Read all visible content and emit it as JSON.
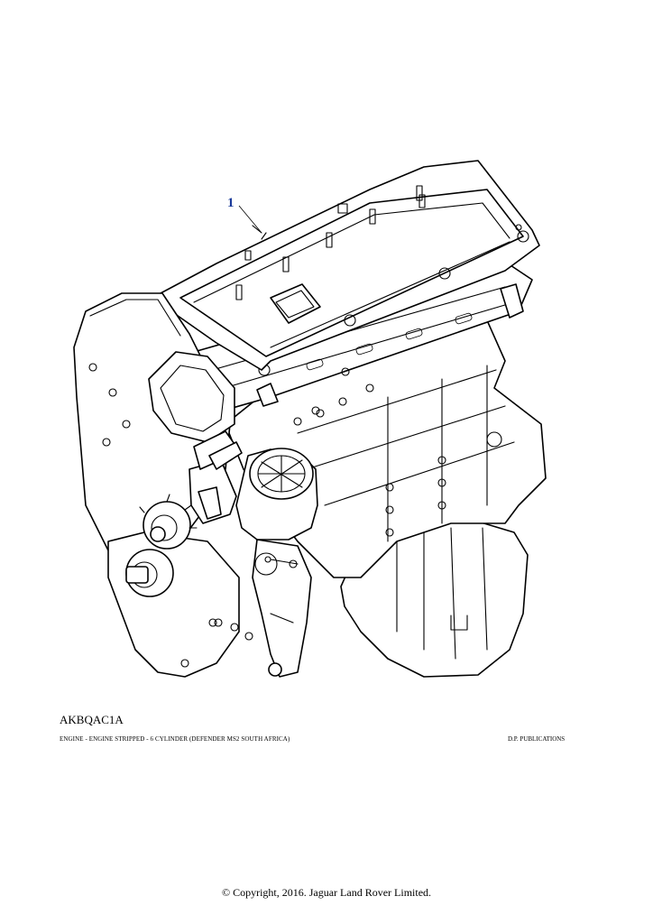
{
  "diagram": {
    "callout_number": "1",
    "illustration_code": "AKBQAC1A",
    "caption": "ENGINE - ENGINE STRIPPED - 6 CYLINDER (DEFENDER MS2 SOUTH AFRICA)",
    "publisher": "D.P. PUBLICATIONS"
  },
  "footer": {
    "copyright": "© Copyright, 2016. Jaguar Land Rover Limited."
  }
}
